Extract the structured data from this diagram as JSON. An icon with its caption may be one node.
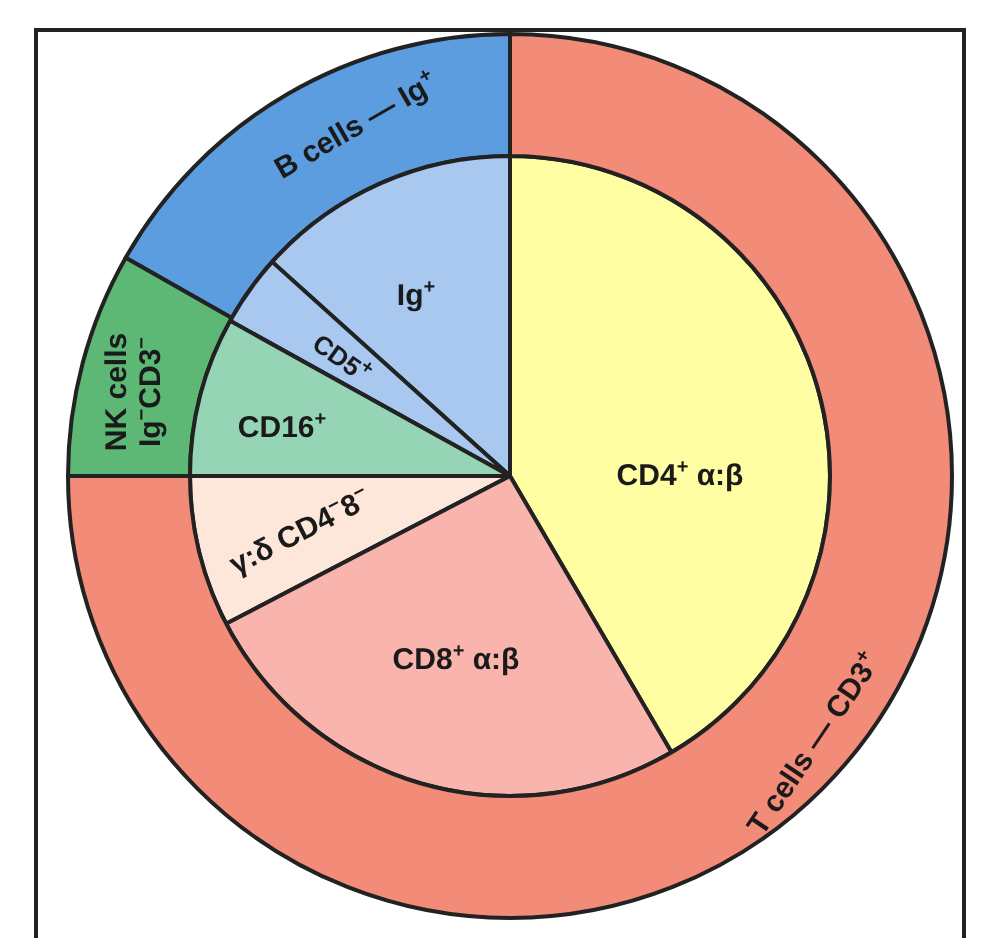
{
  "diagram": {
    "nodes": [
      {
        "text": [
          "B cells — Ig$^{+}$"
        ]
      },
      {
        "text": [
          "Ig$^{+}$"
        ]
      },
      {
        "text": [
          "CD5$^{+}$"
        ]
      },
      {
        "text": [
          "NK cells Ig$^{−}$CD3$^{−}$"
        ]
      },
      {
        "text": [
          "CD16$^{+}$"
        ]
      },
      {
        "text": [
          "CD4$^{+}$ α:β"
        ]
      },
      {
        "text": [
          "γ:δ CD4$^{−}$8$^{−}$"
        ]
      },
      {
        "text": [
          "CD8$^{+}$ α:β"
        ]
      },
      {
        "text": [
          "T cells — CD3$^{+}$"
        ]
      }
    ],
    "edges": []
  }
}
